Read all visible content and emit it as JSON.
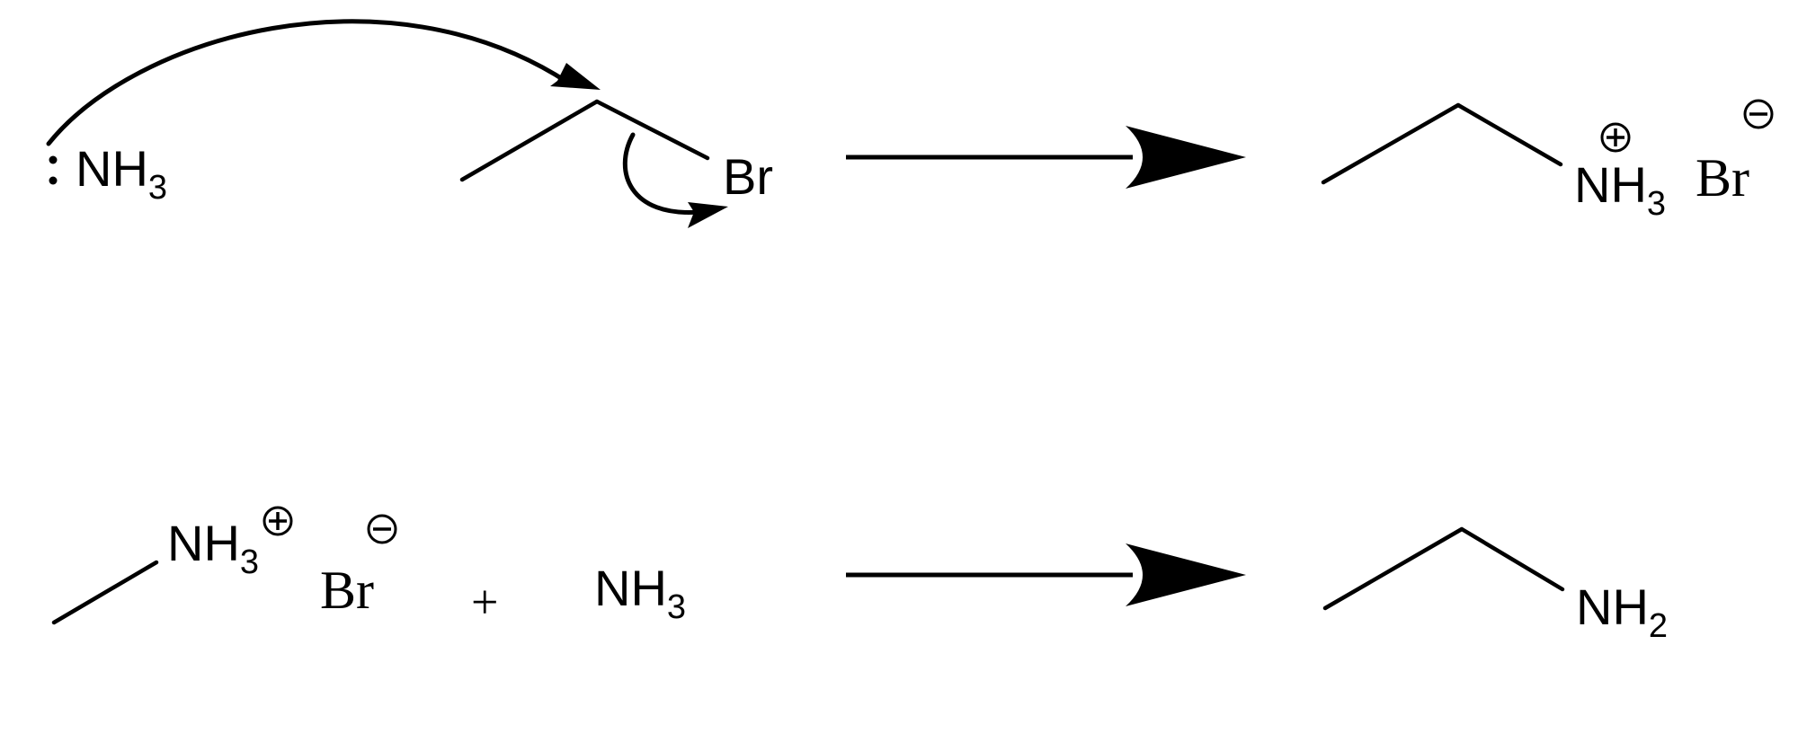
{
  "reaction_1": {
    "nucleophile": {
      "main": "NH",
      "sub": "3"
    },
    "leaving_group": "Br",
    "product_amine": {
      "main": "NH",
      "sub": "3"
    },
    "counter_ion": "Br"
  },
  "reaction_2": {
    "reactant_amine": {
      "main": "NH",
      "sub": "3"
    },
    "counter_ion": "Br",
    "plus": "+",
    "base": {
      "main": "NH",
      "sub": "3"
    },
    "product_amine": {
      "main": "NH",
      "sub": "2"
    }
  },
  "colors": {
    "ink": "#000000",
    "background": "#ffffff"
  },
  "icons": {
    "lone_pair": "lone-pair-dots-icon",
    "positive_charge": "circled-plus-icon",
    "negative_charge": "circled-minus-icon",
    "reaction_arrow": "filled-arrowhead-icon",
    "electron_push": "curved-arrow-icon"
  }
}
